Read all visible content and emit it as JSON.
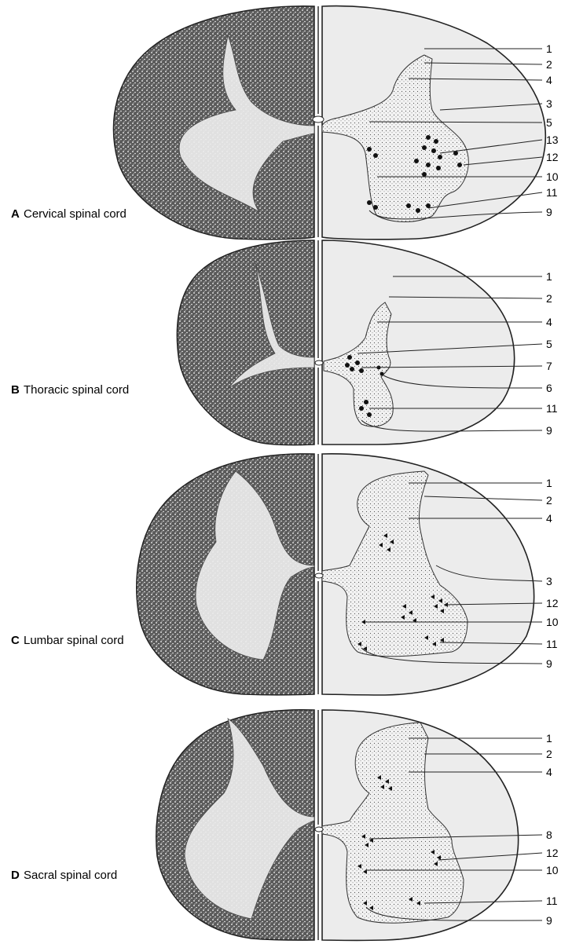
{
  "panels": [
    {
      "letter": "A",
      "title": "Cervical spinal cord",
      "numbers": [
        "1",
        "2",
        "4",
        "3",
        "5",
        "13",
        "12",
        "10",
        "11",
        "9"
      ]
    },
    {
      "letter": "B",
      "title": "Thoracic spinal cord",
      "numbers": [
        "1",
        "2",
        "4",
        "5",
        "7",
        "6",
        "11",
        "9"
      ]
    },
    {
      "letter": "C",
      "title": "Lumbar spinal cord",
      "numbers": [
        "1",
        "2",
        "4",
        "3",
        "12",
        "10",
        "11",
        "9"
      ]
    },
    {
      "letter": "D",
      "title": "Sacral spinal cord",
      "numbers": [
        "1",
        "2",
        "4",
        "8",
        "12",
        "10",
        "11",
        "9"
      ]
    }
  ]
}
